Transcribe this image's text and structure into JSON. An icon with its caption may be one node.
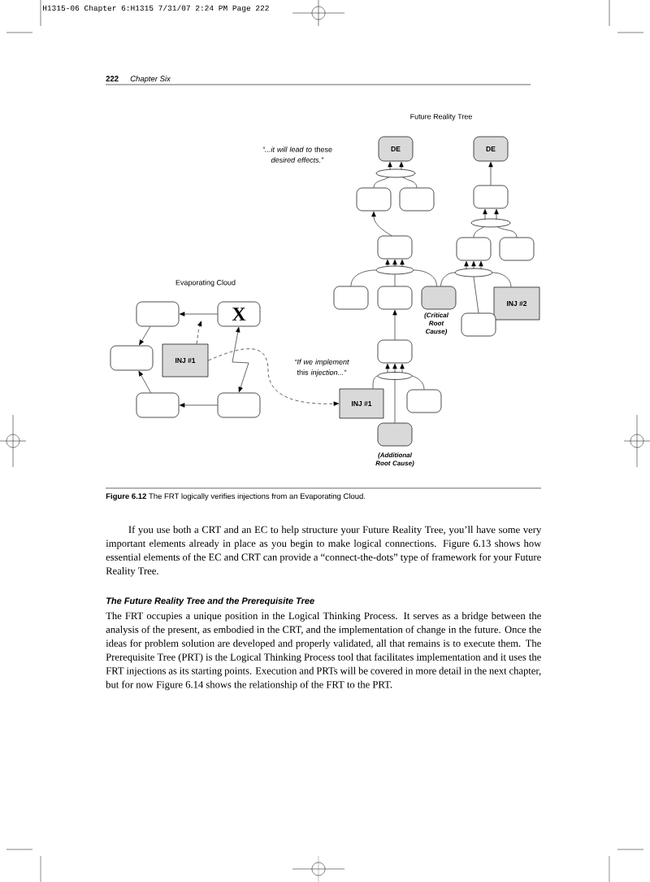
{
  "diagram": {
    "caption": "**Figure 6.12**  The FRT logically verifies injections from an Evaporating Cloud.",
    "nodes": [
      {
        "text": [],
        "shape": "box"
      },
      {
        "text": [
          "X"
        ]
      },
      {
        "text": [],
        "shape": "box"
      },
      {
        "text": [
          "INJ #1"
        ]
      },
      {
        "text": [],
        "shape": "box"
      },
      {
        "text": [],
        "shape": "box"
      },
      {
        "text": [
          "DE"
        ]
      },
      {
        "text": [
          "DE"
        ]
      },
      {
        "text": [],
        "shape": "ellipse"
      },
      {
        "text": [],
        "shape": "box"
      },
      {
        "text": [],
        "shape": "box"
      },
      {
        "text": [],
        "shape": "box"
      },
      {
        "text": [],
        "shape": "ellipse"
      },
      {
        "text": [],
        "shape": "box"
      },
      {
        "text": [],
        "shape": "box"
      },
      {
        "text": [],
        "shape": "box"
      },
      {
        "text": [],
        "shape": "ellipse"
      },
      {
        "text": [],
        "shape": "ellipse"
      },
      {
        "text": [],
        "shape": "box"
      },
      {
        "text": [],
        "shape": "box"
      },
      {
        "text": [],
        "shape": "box",
        "beside": [
          "(Critical Root Cause)"
        ]
      },
      {
        "text": [
          "INJ #2"
        ]
      },
      {
        "text": [],
        "shape": "box"
      },
      {
        "text": [],
        "shape": "box"
      },
      {
        "text": [],
        "shape": "ellipse"
      },
      {
        "text": [
          "INJ #1"
        ]
      },
      {
        "text": [],
        "shape": "box"
      },
      {
        "text": [],
        "shape": "box",
        "beside": [
          "(Additional Root Cause)"
        ]
      }
    ],
    "edges": [
      {
        "from": 1,
        "to": 0,
        "arrow": "to"
      },
      {
        "from": 0,
        "to": 2,
        "arrow": "to"
      },
      {
        "from": 4,
        "to": 2,
        "arrow": "to"
      },
      {
        "from": 5,
        "to": 4,
        "arrow": "to"
      },
      {
        "from": 1,
        "to": 5,
        "arrow": "both"
      },
      {
        "from": 3,
        "to": null,
        "arrow": "to",
        "style": "dashed"
      },
      {
        "from": 3,
        "to": 25,
        "arrow": "to",
        "style": "dashed"
      },
      {
        "from": 8,
        "to": 6,
        "arrow": "to"
      },
      {
        "from": 8,
        "to": 6,
        "arrow": "to"
      },
      {
        "from": 9,
        "to": 8,
        "arrow": "none"
      },
      {
        "from": 10,
        "to": 8,
        "arrow": "none"
      },
      {
        "from": 13,
        "to": 9,
        "arrow": "to"
      },
      {
        "from": 11,
        "to": 7,
        "arrow": "to"
      },
      {
        "from": 12,
        "to": 11,
        "arrow": "to"
      },
      {
        "from": 12,
        "to": 11,
        "arrow": "to"
      },
      {
        "from": 14,
        "to": 12,
        "arrow": "none"
      },
      {
        "from": 15,
        "to": 12,
        "arrow": "none"
      },
      {
        "from": 16,
        "to": 13,
        "arrow": "to"
      },
      {
        "from": 16,
        "to": 13,
        "arrow": "to"
      },
      {
        "from": 16,
        "to": 13,
        "arrow": "to"
      },
      {
        "from": 17,
        "to": 14,
        "arrow": "to"
      },
      {
        "from": 17,
        "to": 14,
        "arrow": "to"
      },
      {
        "from": 17,
        "to": 14,
        "arrow": "to"
      },
      {
        "from": 18,
        "to": 16,
        "arrow": "none"
      },
      {
        "from": 19,
        "to": 16,
        "arrow": "none"
      },
      {
        "from": 20,
        "to": 16,
        "arrow": "none"
      },
      {
        "from": 20,
        "to": 17,
        "arrow": "none"
      },
      {
        "from": 22,
        "to": 17,
        "arrow": "none"
      },
      {
        "from": 21,
        "to": 17,
        "arrow": "none"
      },
      {
        "from": 23,
        "to": 19,
        "arrow": "to"
      },
      {
        "from": 24,
        "to": 23,
        "arrow": "to"
      },
      {
        "from": 24,
        "to": 23,
        "arrow": "to"
      },
      {
        "from": 24,
        "to": 23,
        "arrow": "to"
      },
      {
        "from": 25,
        "to": 24,
        "arrow": "none"
      },
      {
        "from": 27,
        "to": 24,
        "arrow": "none"
      },
      {
        "from": 26,
        "to": 24,
        "arrow": "none"
      }
    ],
    "labels": [
      "H1315-06 Chapter 6:H1315 7/31/07 2:24 PM Page 222",
      "222",
      "Chapter Six",
      "Future Reality Tree",
      "*“...it will lead to* these *desired effects.”*",
      "Evaporating Cloud",
      "*“If we implement* this *injection...”*",
      "If you use both a CRT and an EC to help structure your Future Reality Tree, you’ll have some very important elements already in place as you begin to make logical connections. Figure 6.13 shows how essential elements of the EC and CRT can provide a “connect-the-dots” type of framework for your Future Reality Tree.",
      "The Future Reality Tree and the Prerequisite Tree",
      "The FRT occupies a unique position in the Logical Thinking Process. It serves as a bridge between the analysis of the present, as embodied in the CRT, and the implementation of change in the future. Once the ideas for problem solution are developed and properly validated, all that remains is to execute them. The Prerequisite Tree (PRT) is the Logical Thinking Process tool that facilitates implementation and it uses the FRT injections as its starting points. Execution and PRTs will be covered in more detail in the next chapter, but for now Figure 6.14 shows the relationship of the FRT to the PRT."
    ]
  }
}
